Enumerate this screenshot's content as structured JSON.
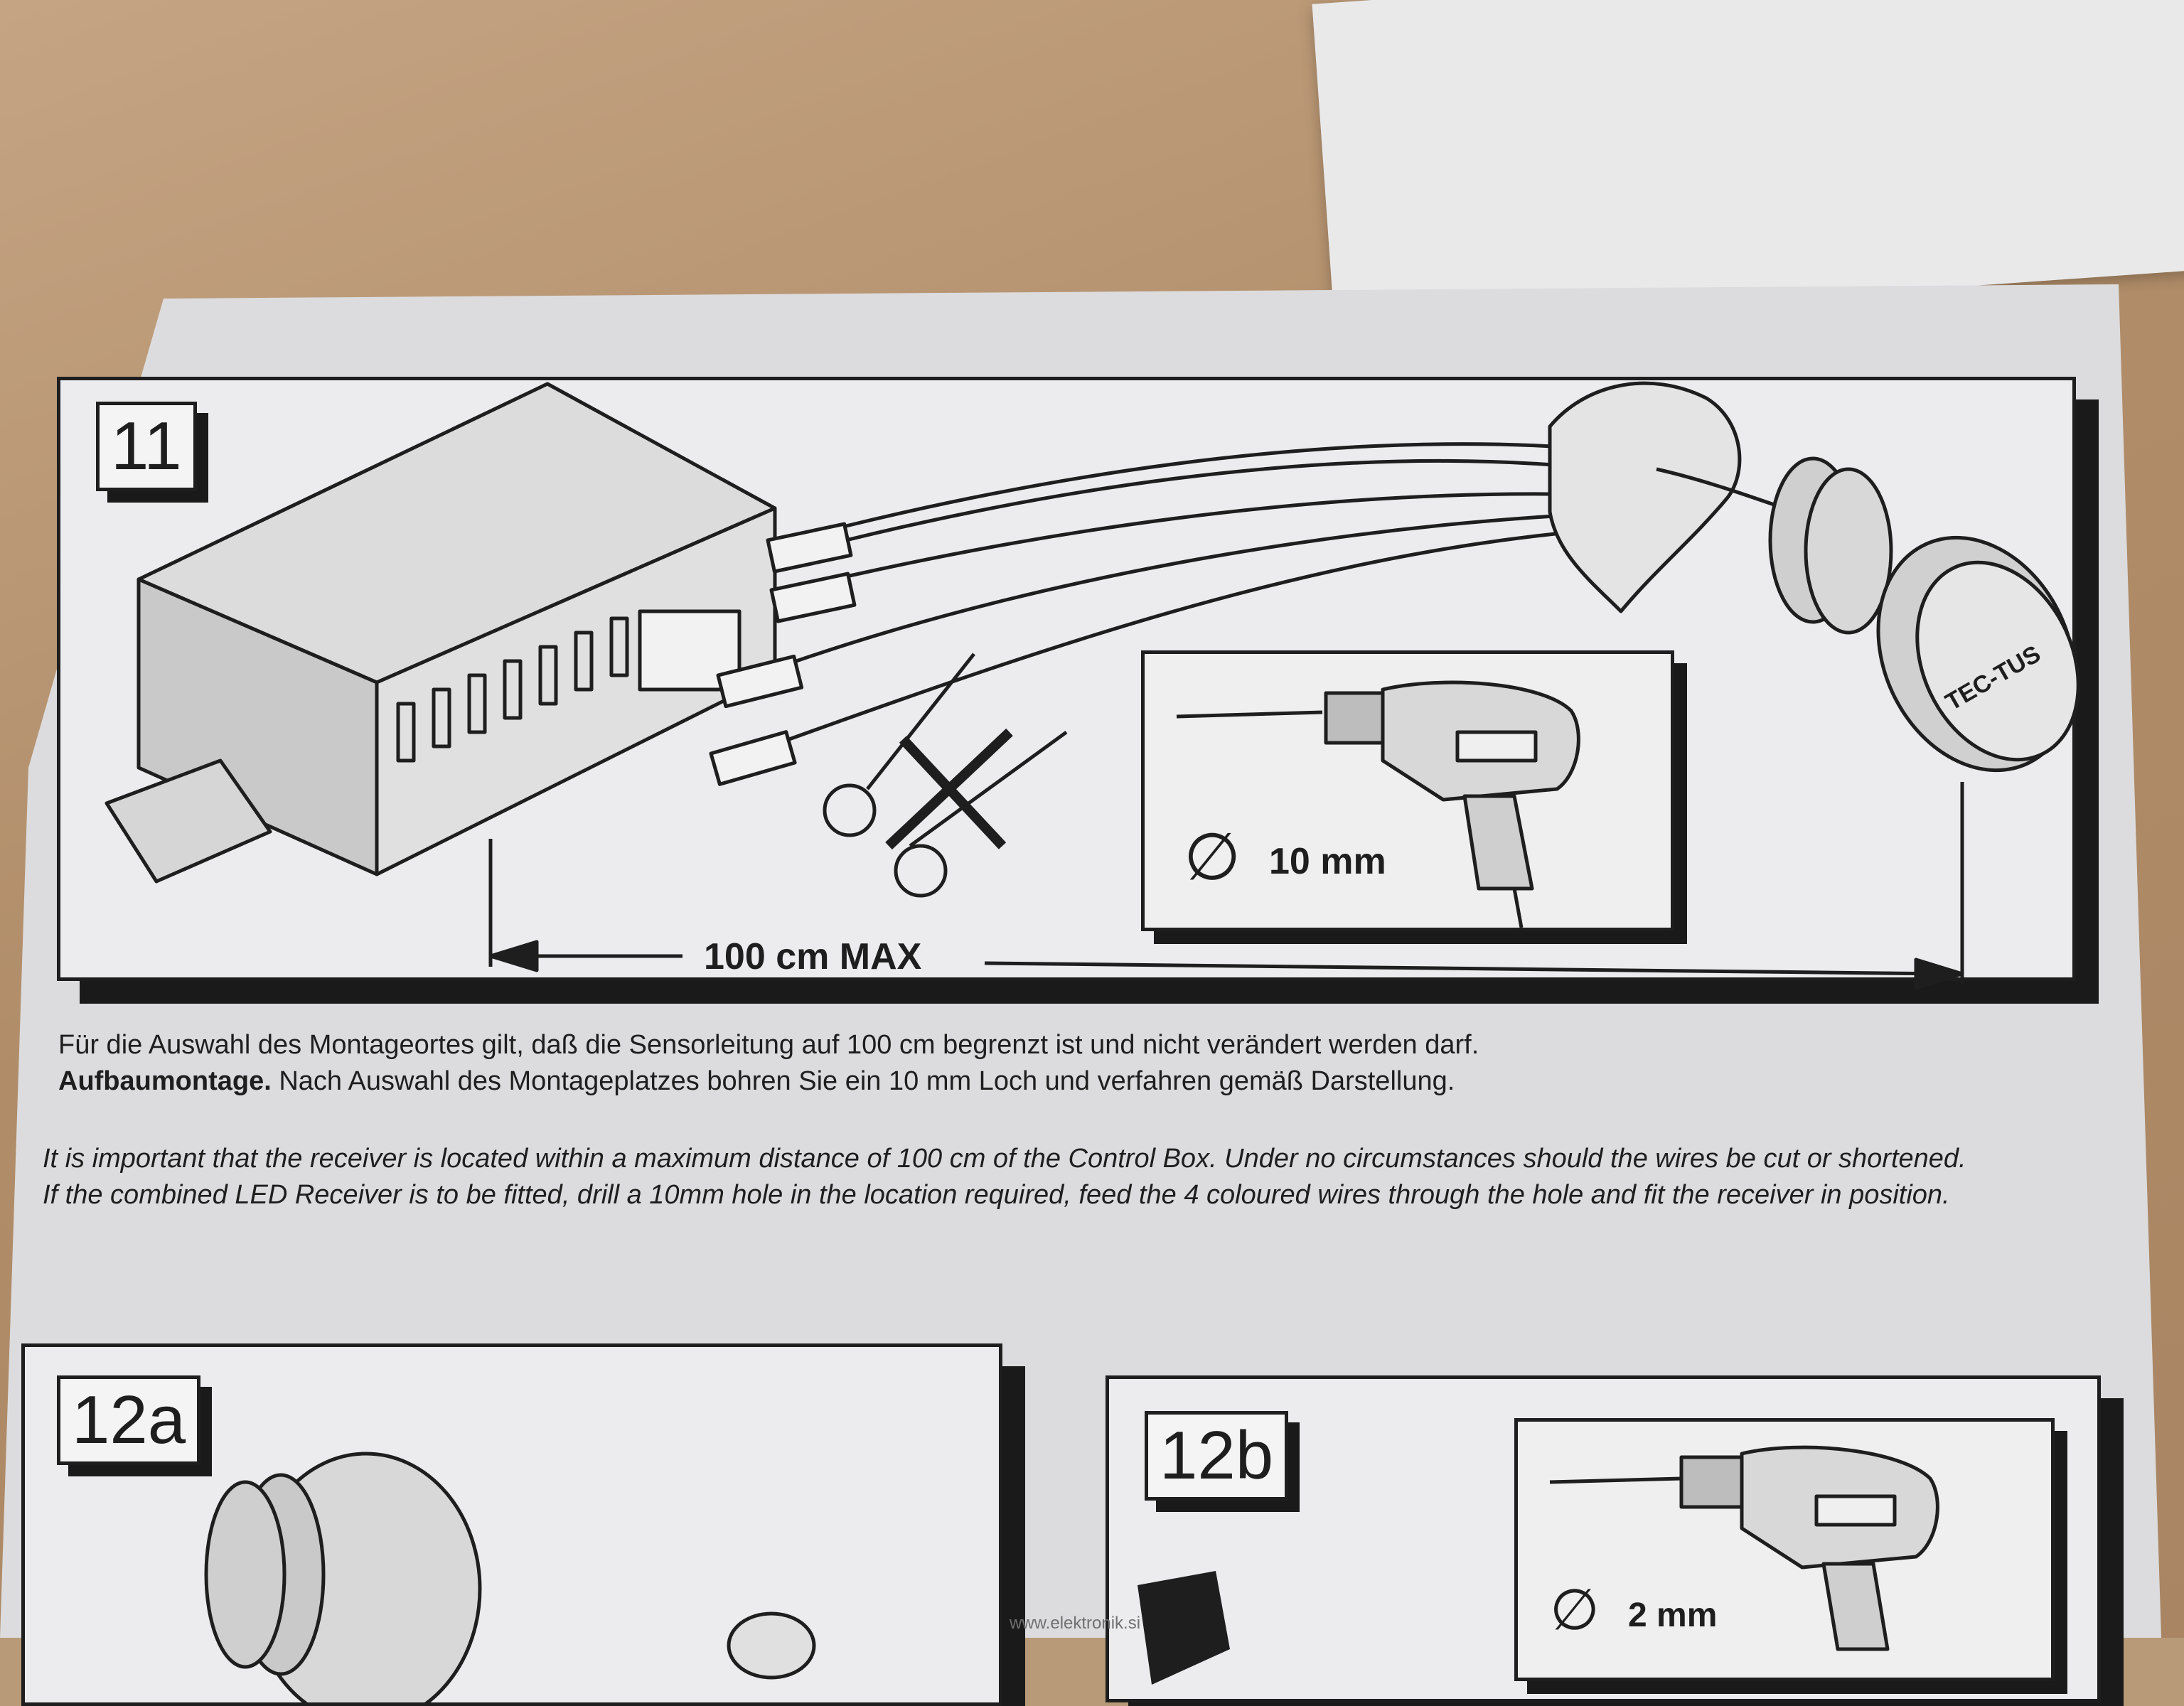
{
  "panel_11": {
    "step_number": "11",
    "diameter_label": "10 mm",
    "distance_label": "100 cm MAX",
    "receiver_brand": "TEC-TUS"
  },
  "text": {
    "de_line1": "Für die Auswahl des Montageortes gilt,  daß die Sensorleitung auf 100 cm begrenzt ist und nicht verändert werden darf.",
    "de_bold": "Aufbaumontage.",
    "de_line2": " Nach Auswahl des Montageplatzes bohren Sie ein 10 mm Loch und verfahren gemäß Darstellung.",
    "en_para1": "It is important that the receiver is located within a maximum distance of 100 cm of the Control Box. Under no circumstances should the wires be cut or shortened.",
    "en_para2": "If the combined LED Receiver is to be fitted, drill a 10mm hole in the location required, feed the 4 coloured wires through the hole and fit the receiver in position."
  },
  "panel_12a": {
    "step_number": "12a"
  },
  "panel_12b": {
    "step_number": "12b",
    "diameter_label": "2 mm"
  },
  "footer": {
    "watermark": "www.elektronik.si"
  },
  "icons": [
    "control-box-icon",
    "connector-icon",
    "scissors-icon",
    "cross-icon",
    "drill-icon",
    "receiver-icon",
    "arrow-icon"
  ]
}
